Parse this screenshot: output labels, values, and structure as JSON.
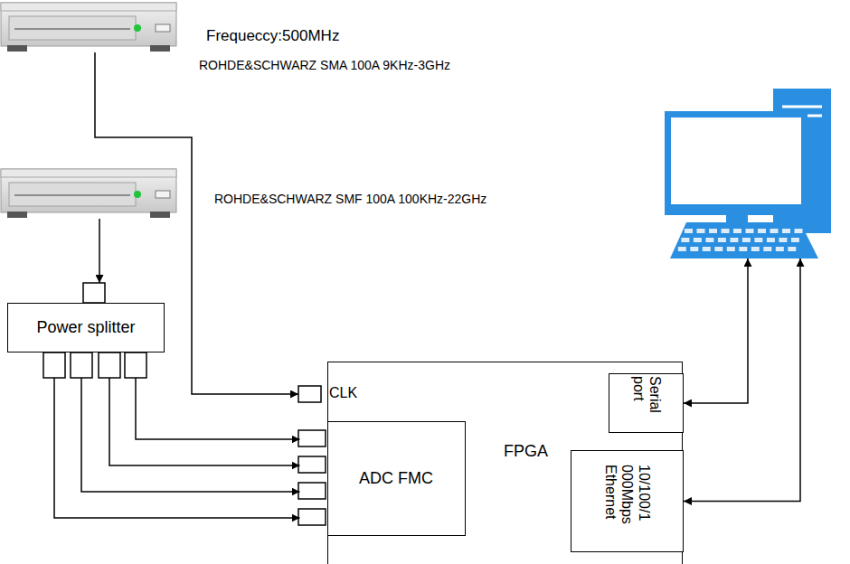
{
  "diagram": {
    "nodes": [
      {
        "text": [
          "Frequeccy:500MHz",
          "ROHDE&SCHWARZ SMA 100A 9KHz-3GHz"
        ]
      },
      {
        "text": [
          "ROHDE&SCHWARZ SMF 100A 100KHz-22GHz"
        ]
      },
      {
        "text": [
          "Power splitter"
        ]
      },
      {
        "text": []
      },
      {
        "text": [
          "FPGA"
        ]
      },
      {
        "text": [
          "ADC FMC"
        ],
        "in": 4
      },
      {
        "text": [
          "Serial port"
        ],
        "in": 4
      },
      {
        "text": [
          "10/100/1 000Mbps Ethernet"
        ],
        "in": 4
      }
    ],
    "edges": [
      {
        "from": 0,
        "to": 4,
        "arrow": "to"
      },
      {
        "from": 1,
        "to": 2,
        "arrow": "to"
      },
      {
        "from": 2,
        "to": 5,
        "arrow": "to"
      },
      {
        "from": 2,
        "to": 5,
        "arrow": "to"
      },
      {
        "from": 2,
        "to": 5,
        "arrow": "to"
      },
      {
        "from": 2,
        "to": 5,
        "arrow": "to"
      },
      {
        "from": 3,
        "to": 6,
        "arrow": "both"
      },
      {
        "from": 3,
        "to": 7,
        "arrow": "both"
      }
    ],
    "labels": [
      "CLK"
    ]
  }
}
